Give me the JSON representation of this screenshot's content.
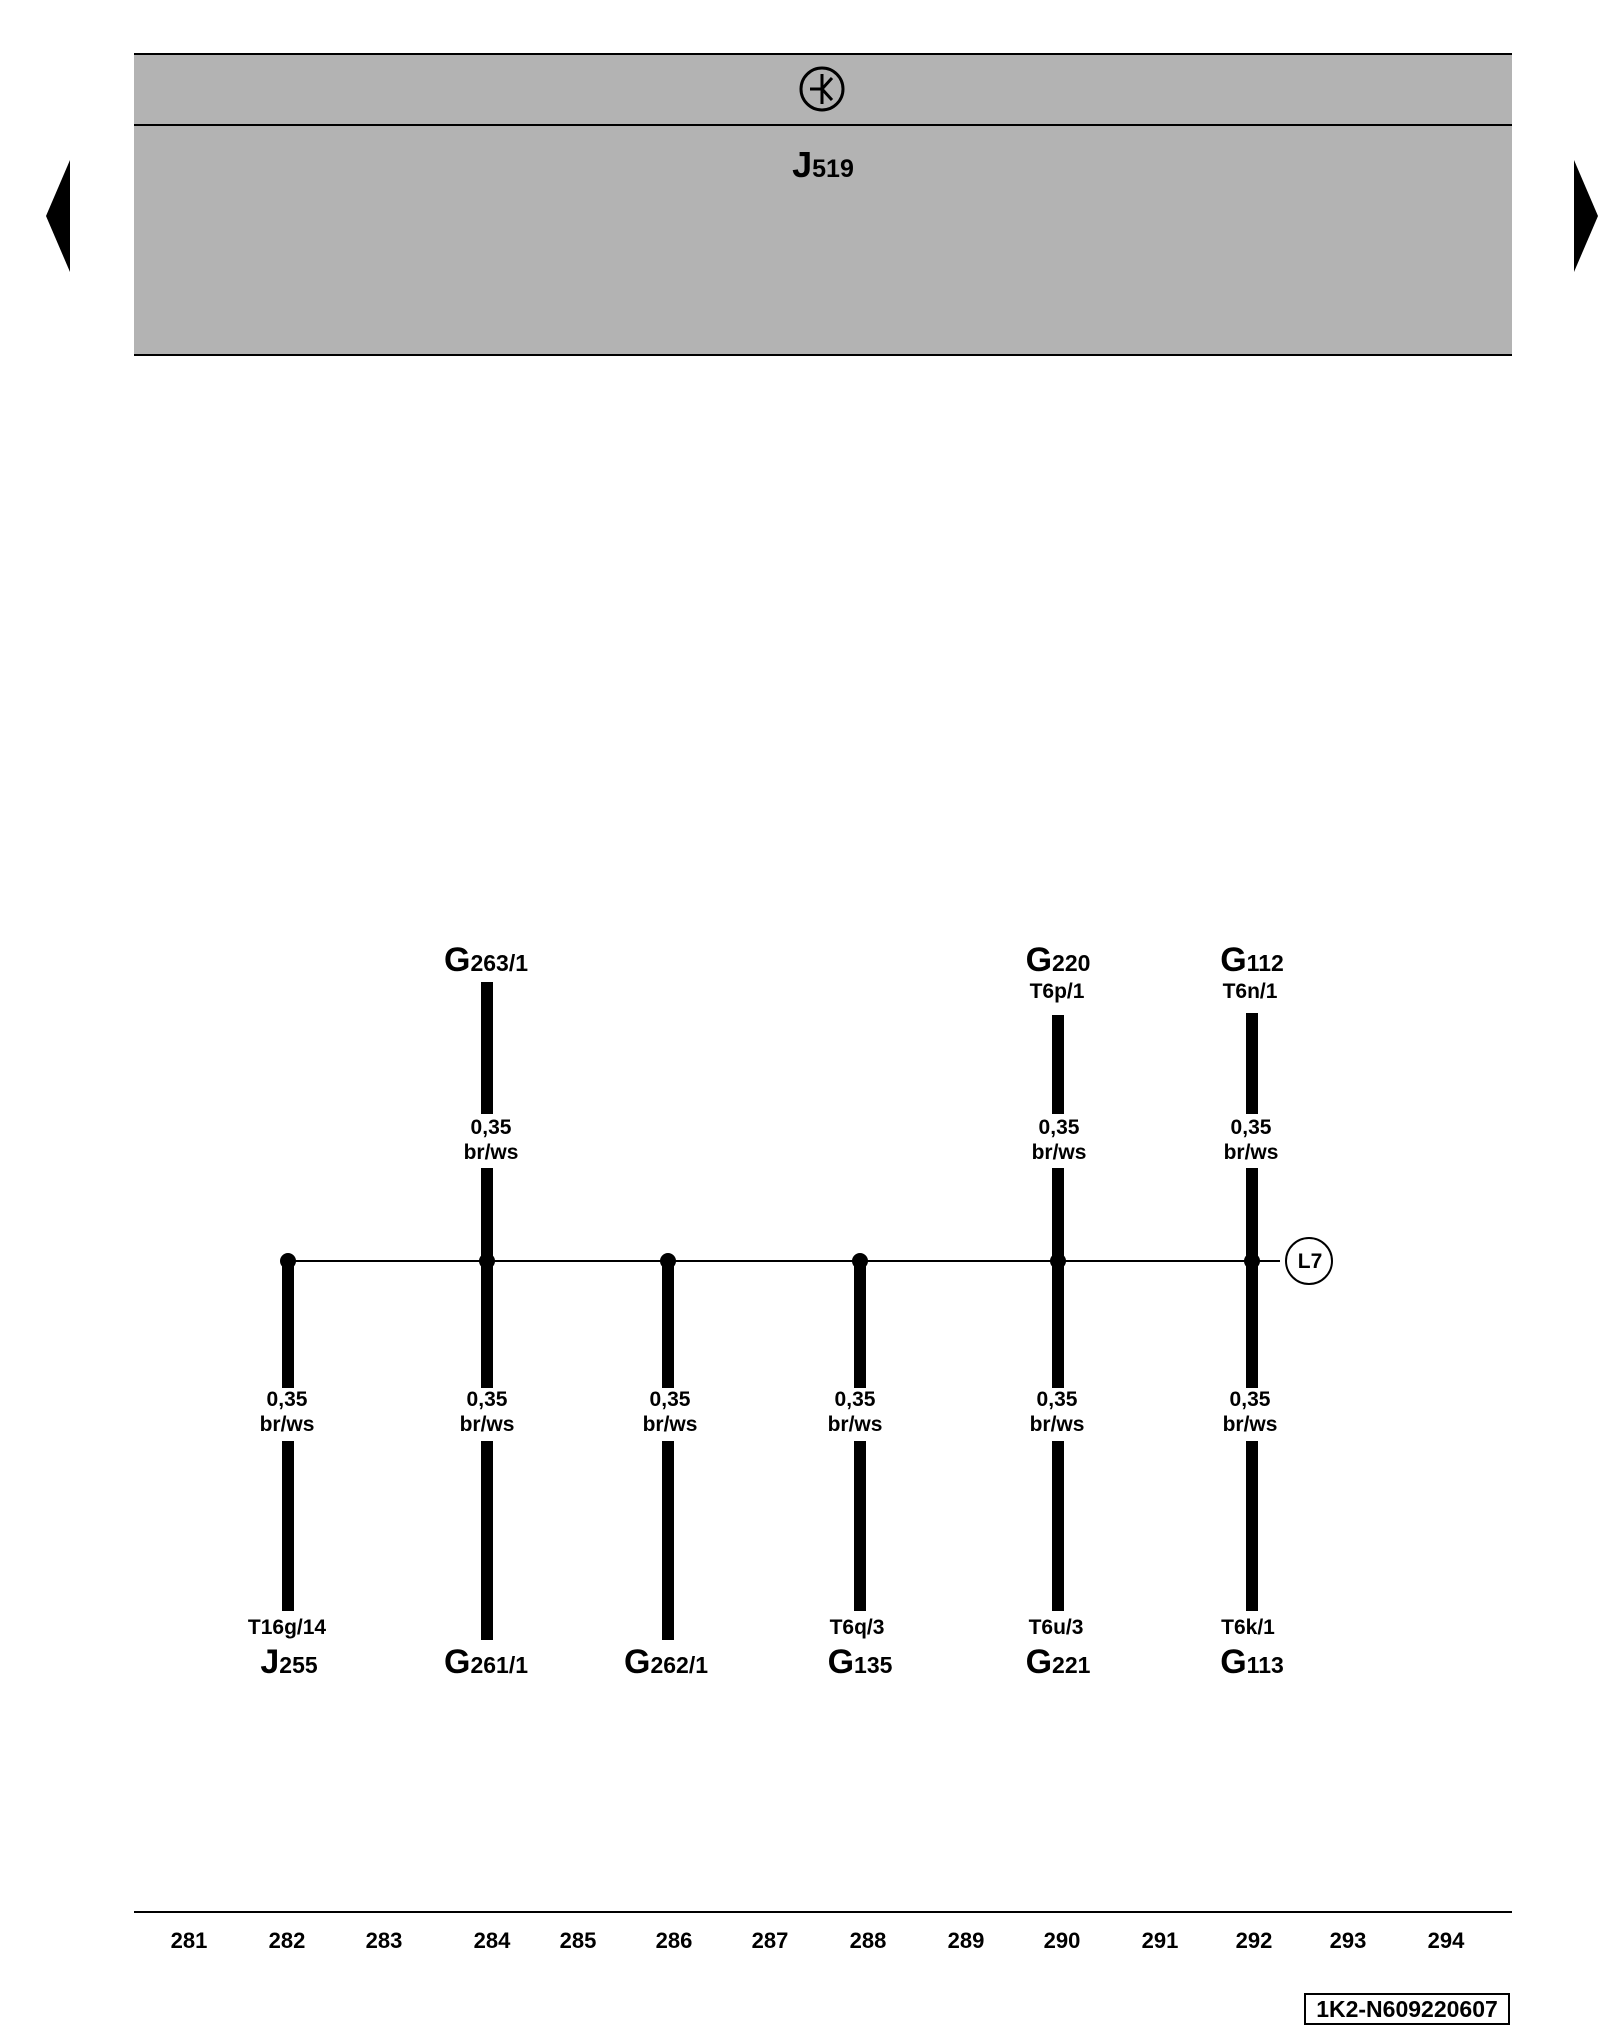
{
  "header": {
    "control_unit": {
      "letter": "J",
      "number": "519"
    },
    "top_icon": "ground-symbol-icon",
    "band_color": "#b3b3b3"
  },
  "navigation": {
    "prev_icon": "triangle-left-icon",
    "next_icon": "triangle-right-icon"
  },
  "bus_connector": "L7",
  "top_components": [
    {
      "id": "g263",
      "letter": "G",
      "number": "263/1",
      "pin": "",
      "wire": {
        "size": "0,35",
        "color": "br/ws"
      }
    },
    {
      "id": "g220",
      "letter": "G",
      "number": "220",
      "pin": "T6p/1",
      "wire": {
        "size": "0,35",
        "color": "br/ws"
      }
    },
    {
      "id": "g112",
      "letter": "G",
      "number": "112",
      "pin": "T6n/1",
      "wire": {
        "size": "0,35",
        "color": "br/ws"
      }
    }
  ],
  "bottom_components": [
    {
      "id": "j255",
      "letter": "J",
      "number": "255",
      "pin": "T16g/14",
      "wire": {
        "size": "0,35",
        "color": "br/ws"
      }
    },
    {
      "id": "g261",
      "letter": "G",
      "number": "261/1",
      "pin": "",
      "wire": {
        "size": "0,35",
        "color": "br/ws"
      }
    },
    {
      "id": "g262",
      "letter": "G",
      "number": "262/1",
      "pin": "",
      "wire": {
        "size": "0,35",
        "color": "br/ws"
      }
    },
    {
      "id": "g135",
      "letter": "G",
      "number": "135",
      "pin": "T6q/3",
      "wire": {
        "size": "0,35",
        "color": "br/ws"
      }
    },
    {
      "id": "g221",
      "letter": "G",
      "number": "221",
      "pin": "T6u/3",
      "wire": {
        "size": "0,35",
        "color": "br/ws"
      }
    },
    {
      "id": "g113",
      "letter": "G",
      "number": "113",
      "pin": "T6k/1",
      "wire": {
        "size": "0,35",
        "color": "br/ws"
      }
    }
  ],
  "column_numbers": [
    "281",
    "282",
    "283",
    "284",
    "285",
    "286",
    "287",
    "288",
    "289",
    "290",
    "291",
    "292",
    "293",
    "294"
  ],
  "document_code": "1K2-N609220607"
}
